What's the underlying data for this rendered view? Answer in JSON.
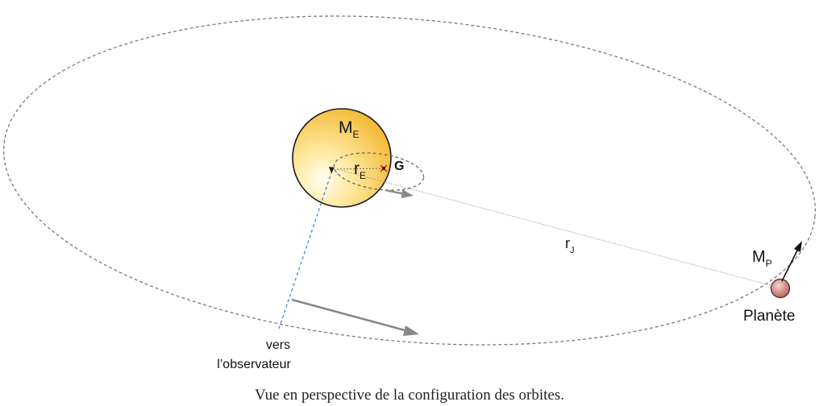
{
  "labels": {
    "star_mass": "M",
    "star_mass_sub": "E",
    "barycenter": "G",
    "star_radius": "r",
    "star_radius_sub": "E",
    "planet_distance": "r",
    "planet_distance_sub": "J",
    "planet_mass": "M",
    "planet_mass_sub": "P",
    "planet": "Planète",
    "observer_line1": "vers",
    "observer_line2": "l’observateur"
  },
  "caption": "Vue en perspective de la configuration des orbites.",
  "colors": {
    "orbit": "#7a7a7a",
    "star_fill_light": "#fffbe6",
    "star_fill_dark": "#f4b62a",
    "planet_fill": "#c9706a",
    "observer_line": "#3f7fd8",
    "arrow": "#808080",
    "barycenter_mark": "#e03010"
  },
  "icons": {
    "star": "star-disc",
    "planet": "planet-disc",
    "barycenter": "cross-mark",
    "motion": "arrow"
  }
}
